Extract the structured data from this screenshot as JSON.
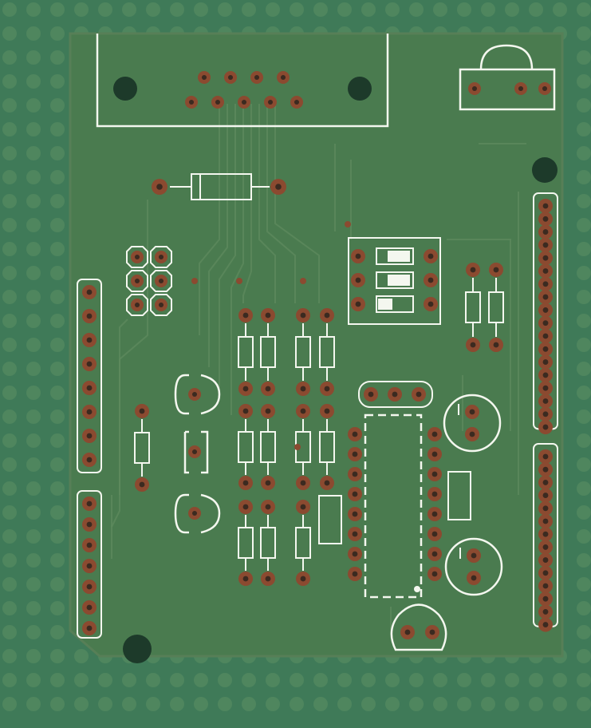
{
  "image": {
    "subject": "printed-circuit-board-top-view",
    "colors": {
      "panel_bg": "#3f7a58",
      "board": "#4a7b4f",
      "board_edge": "#577f57",
      "silkscreen": "#f4f7ef",
      "copper_pad": "#8b4a30",
      "pad_hole": "#3b2a20",
      "mounting_hole": "#1d3a2a",
      "trace": "#5d8a5c",
      "panel_dot": "#5c8f64"
    },
    "components": {
      "db9_connector": {
        "pins_row1": 5,
        "pins_row2": 4
      },
      "header_left_top": {
        "pins": 8
      },
      "header_left_bottom": {
        "pins": 7
      },
      "header_right_top": {
        "pins": 18
      },
      "header_right_bottom": {
        "pins": 14
      },
      "dip_switch": {
        "positions": 3
      },
      "ic_dip": {
        "pins_per_side": 8
      },
      "electrolytic_caps": 2,
      "led_3pin": 1,
      "transistor_to92": 1,
      "resistors_axial": 14,
      "diode": 1
    }
  }
}
